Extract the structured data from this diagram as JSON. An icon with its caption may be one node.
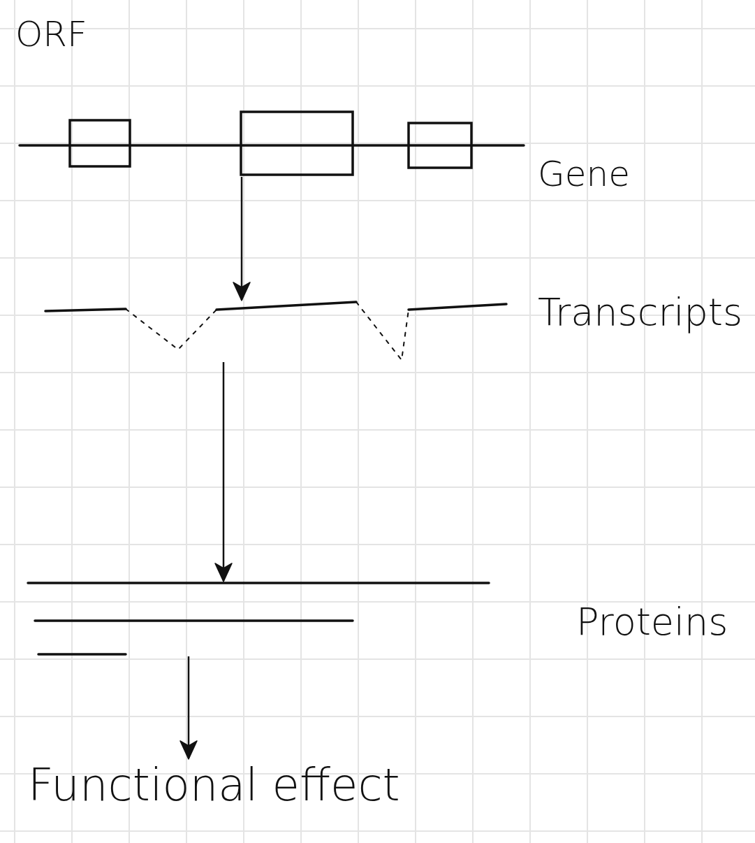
{
  "diagram": {
    "title": "ORF",
    "nodes": [
      {
        "text": [],
        "shape": "picture",
        "beside": [
          "Gene"
        ]
      },
      {
        "text": [],
        "shape": "picture",
        "beside": [
          "Transcripts"
        ]
      },
      {
        "text": [],
        "shape": "picture",
        "beside": [
          "Proteins"
        ]
      },
      {
        "text": [
          "Functional effect"
        ]
      }
    ],
    "edges": [
      {
        "from": 0,
        "to": 1,
        "arrow": "to"
      },
      {
        "from": 1,
        "to": 2,
        "arrow": "to"
      },
      {
        "from": 2,
        "to": 3,
        "arrow": "to"
      }
    ]
  }
}
